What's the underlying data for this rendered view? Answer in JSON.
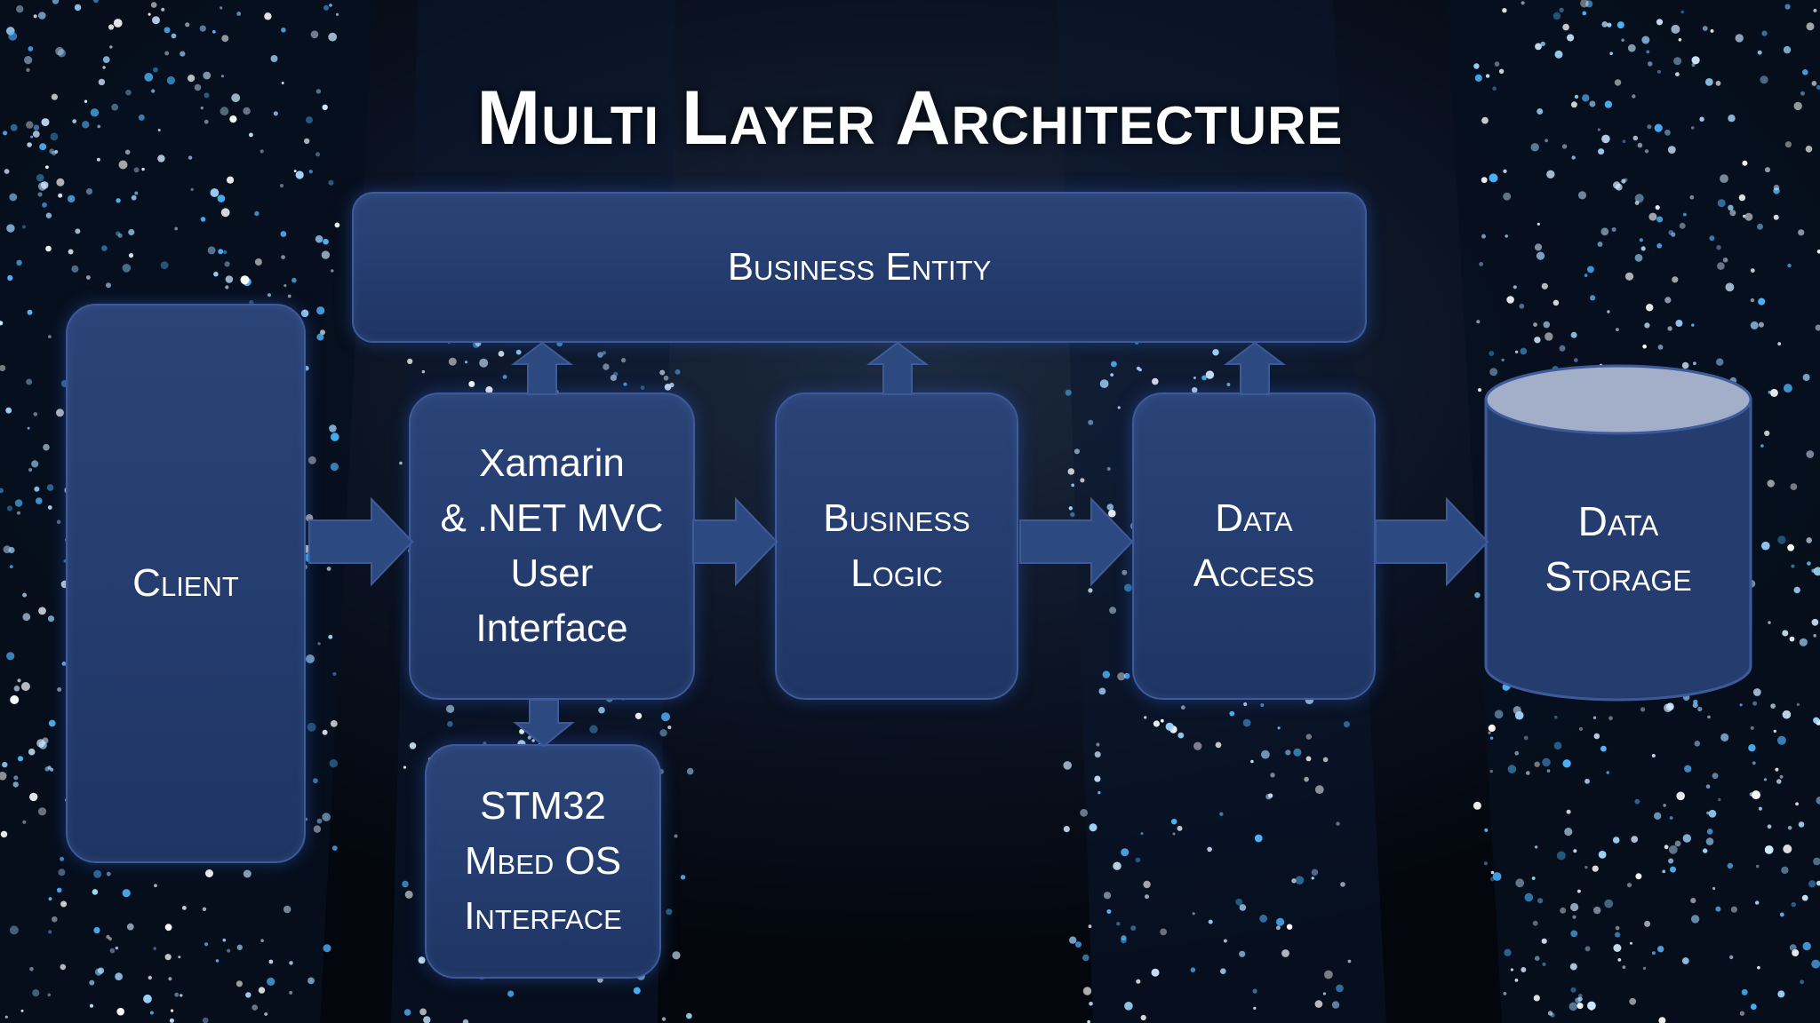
{
  "title": "Multi Layer Architecture",
  "boxes": {
    "client": "Client",
    "business_entity": "Business Entity",
    "ui": "Xamarin\n& .NET MVC\nUser\nInterface",
    "business_logic": "Business\nLogic",
    "data_access": "Data\nAccess",
    "data_storage": "Data\nStorage",
    "mbed": "STM32\nMbed OS\nInterface"
  },
  "colors": {
    "box_fill": "#243c6e",
    "box_border": "#3d5b9a",
    "arrow_fill": "#2d4a80",
    "cylinder_top": "#a3aec9"
  }
}
